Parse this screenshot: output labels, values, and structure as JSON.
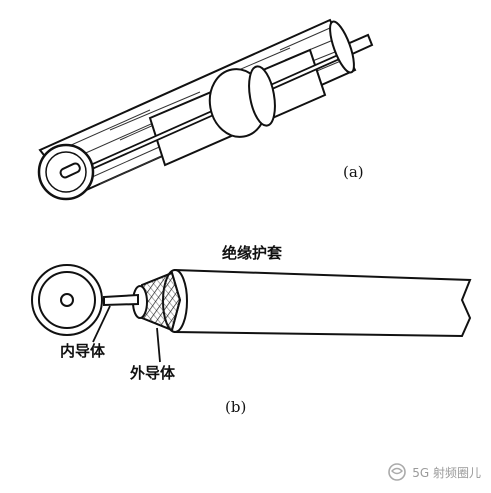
{
  "figure_a": {
    "caption": "(a)"
  },
  "figure_b": {
    "caption": "(b)",
    "labels": {
      "jacket": "绝缘护套",
      "inner_conductor": "内导体",
      "outer_conductor": "外导体"
    }
  },
  "watermark": {
    "icon": "wechat-channel-icon",
    "text": "5G 射频圈儿"
  }
}
